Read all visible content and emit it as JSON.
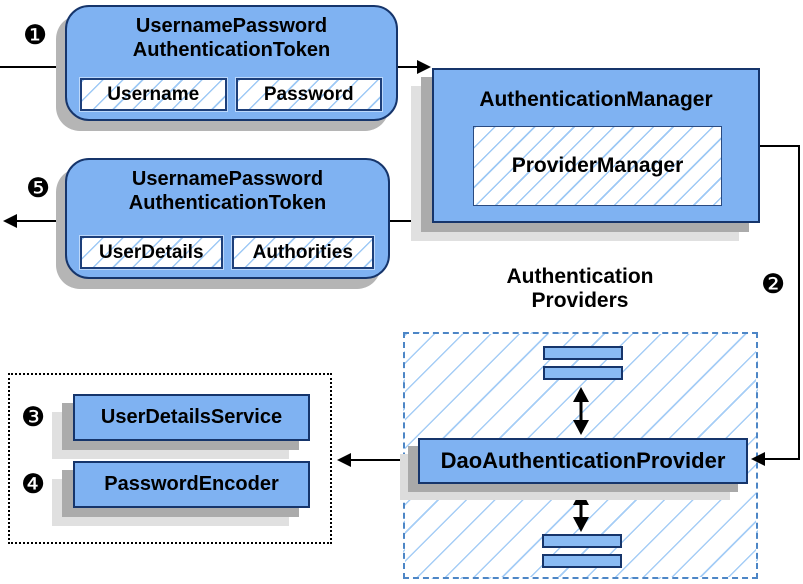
{
  "colors": {
    "box_fill": "#7fb2f2",
    "bar_fill": "#8abbf3",
    "box_border": "#16356b",
    "hatch_line": "#9ec9f5",
    "dashed_border": "#4d86c6",
    "shadow_dark": "#ababab",
    "shadow_light": "#e0e0e0",
    "connector": "#000000"
  },
  "markers": {
    "step1": "❶",
    "step2": "❷",
    "step3": "❸",
    "step4": "❹",
    "step5": "❺"
  },
  "nodes": {
    "request_token": {
      "title_line1": "UsernamePassword",
      "title_line2": "AuthenticationToken",
      "field1": "Username",
      "field2": "Password"
    },
    "authentication_manager": {
      "title": "AuthenticationManager",
      "provider_manager": "ProviderManager"
    },
    "response_token": {
      "title_line1": "UsernamePassword",
      "title_line2": "AuthenticationToken",
      "field1": "UserDetails",
      "field2": "Authorities"
    },
    "authentication_providers": {
      "label_line1": "Authentication",
      "label_line2": "Providers",
      "dao_provider": "DaoAuthenticationProvider"
    },
    "services": {
      "user_details_service": "UserDetailsService",
      "password_encoder": "PasswordEncoder"
    }
  }
}
